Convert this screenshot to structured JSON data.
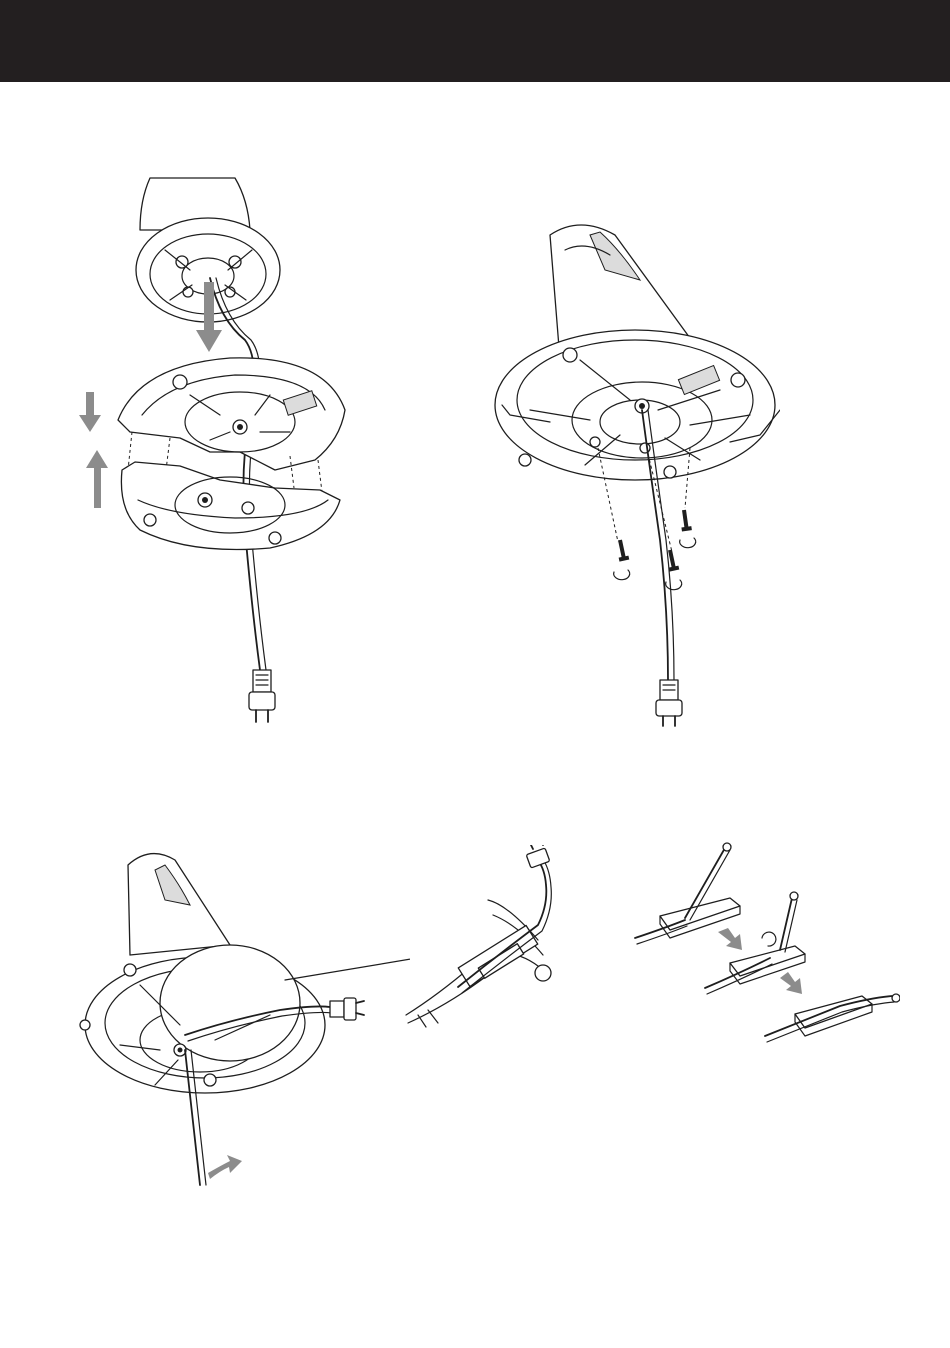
{
  "page": {
    "header_bar_color": "#231f20",
    "arrow_color": "#8c8c8c",
    "line_color": "#1e1e1e"
  },
  "figures": [
    {
      "id": "step-1",
      "icon": "base-assembly-illustration"
    },
    {
      "id": "step-2",
      "icon": "base-screw-fastening-illustration"
    },
    {
      "id": "step-3",
      "icon": "cord-routing-illustration"
    },
    {
      "id": "step-4",
      "icon": "cord-clip-detail-illustration"
    },
    {
      "id": "step-5",
      "icon": "cord-clip-sequence-illustration"
    }
  ]
}
